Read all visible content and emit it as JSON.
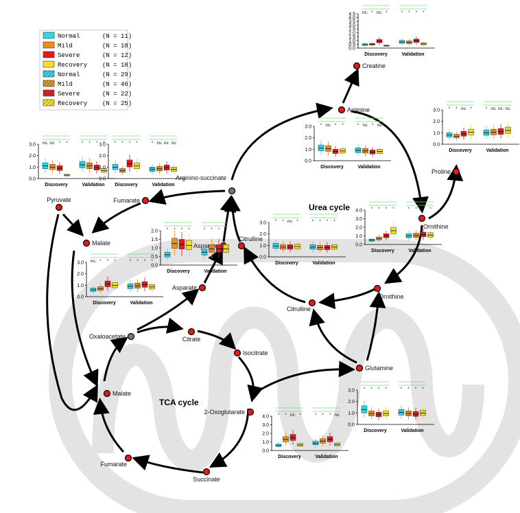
{
  "colors": {
    "normal": "#2fd8e6",
    "mild": "#e88f1c",
    "severe": "#dd1c1c",
    "recovery": "#f4e12a",
    "node": "#e01b1b",
    "node_gray": "#777777",
    "mito": "#e6e6e6"
  },
  "legend": [
    {
      "label": "Normal",
      "n": "(N = 11)",
      "key": "normal",
      "hatched": false
    },
    {
      "label": "Mild",
      "n": "(N = 18)",
      "key": "mild",
      "hatched": false
    },
    {
      "label": "Severe",
      "n": "(N = 12)",
      "key": "severe",
      "hatched": false
    },
    {
      "label": "Recovery",
      "n": "(N = 18)",
      "key": "recovery",
      "hatched": false
    },
    {
      "label": "Normal",
      "n": "(N = 29)",
      "key": "normal",
      "hatched": true
    },
    {
      "label": "Mild",
      "n": "(N = 46)",
      "key": "mild",
      "hatched": true
    },
    {
      "label": "Severe",
      "n": "(N = 22)",
      "key": "severe",
      "hatched": true
    },
    {
      "label": "Recovery",
      "n": "(N = 25)",
      "key": "recovery",
      "hatched": true
    }
  ],
  "cycle_titles": {
    "urea": "Urea cycle",
    "tca": "TCA cycle"
  },
  "nodes": [
    {
      "id": "arginine",
      "label": "Arginine",
      "gray": false
    },
    {
      "id": "creatine",
      "label": "Creatine",
      "gray": false
    },
    {
      "id": "proline",
      "label": "Proline",
      "gray": false
    },
    {
      "id": "ornithine_top",
      "label": "Ornithine",
      "gray": false
    },
    {
      "id": "arginino_succinate",
      "label": "Arginino-succinate",
      "gray": true
    },
    {
      "id": "fumarate_top",
      "label": "Fumarate",
      "gray": false
    },
    {
      "id": "pyruvate",
      "label": "Pyruvate",
      "gray": false
    },
    {
      "id": "malate_top",
      "label": "Malate",
      "gray": false
    },
    {
      "id": "asparate_top",
      "label": "Asparate",
      "gray": false
    },
    {
      "id": "citrulline_top",
      "label": "Citrulline",
      "gray": false
    },
    {
      "id": "asparate_mid",
      "label": "Asparate",
      "gray": false
    },
    {
      "id": "ornithine_mito",
      "label": "Ornithine",
      "gray": false
    },
    {
      "id": "citrulline_mito",
      "label": "Citrulline",
      "gray": false
    },
    {
      "id": "oxaloacetate",
      "label": "Oxaloacetate",
      "gray": true
    },
    {
      "id": "citrate",
      "label": "Citrate",
      "gray": false
    },
    {
      "id": "isocitrate",
      "label": "Isocitrate",
      "gray": false
    },
    {
      "id": "glutamine",
      "label": "Glutamine",
      "gray": false
    },
    {
      "id": "malate_tca",
      "label": "Malate",
      "gray": false
    },
    {
      "id": "oxoglutarate",
      "label": "2-Oxoglutarate",
      "gray": false
    },
    {
      "id": "fumarate_tca",
      "label": "Fumarate",
      "gray": false
    },
    {
      "id": "succinate",
      "label": "Succinate",
      "gray": false
    }
  ],
  "mini_plots": [
    {
      "id": "creatine",
      "ymax": 4.5,
      "yticks": [
        "0.0",
        "0.5",
        "1.0",
        "1.5",
        "2.0",
        "2.5",
        "3.0",
        "3.5",
        "4.0",
        "4.5"
      ],
      "groups": [
        "Discovery",
        "Validation"
      ],
      "sig": [
        [
          "ns:",
          "*",
          "ns:",
          "*"
        ],
        [
          "*",
          "*",
          "*",
          "*"
        ]
      ],
      "medians": [
        [
          0.45,
          0.5,
          0.9,
          0.3
        ],
        [
          0.8,
          0.75,
          0.95,
          0.55
        ]
      ]
    },
    {
      "id": "arginine",
      "ymax": 3.0,
      "yticks": [
        "0.0",
        "1.0",
        "2.0",
        "3.0"
      ],
      "groups": [
        "Discovery",
        "Validation"
      ],
      "sig": [
        [
          "*",
          "ns:",
          "*",
          "*"
        ],
        [
          "*",
          "ns:",
          "*",
          "ns:"
        ]
      ],
      "medians": [
        [
          1.1,
          1.05,
          0.8,
          0.85
        ],
        [
          0.9,
          0.85,
          0.75,
          0.8
        ]
      ]
    },
    {
      "id": "proline",
      "ymax": 3.0,
      "yticks": [
        "0.0",
        "1.0",
        "2.0",
        "3.0"
      ],
      "groups": [
        "Discovery",
        "Validation"
      ],
      "sig": [
        [
          "*",
          "*",
          "ns:",
          "*"
        ],
        [
          "*",
          "ns:",
          "ns:",
          "ns:"
        ]
      ],
      "medians": [
        [
          0.8,
          0.7,
          0.9,
          1.05
        ],
        [
          1.0,
          1.05,
          1.1,
          1.2
        ]
      ]
    },
    {
      "id": "ornithine",
      "ymax": 4.0,
      "yticks": [
        "0.0",
        "1.0",
        "2.0",
        "3.0",
        "4.0"
      ],
      "groups": [
        "Discovery",
        "Validation"
      ],
      "sig": [
        [
          "*",
          "*",
          "*",
          "*"
        ],
        [
          "*",
          "*",
          "*",
          "*"
        ]
      ],
      "medians": [
        [
          0.5,
          0.7,
          1.0,
          1.6
        ],
        [
          1.0,
          1.05,
          1.15,
          1.1
        ]
      ]
    },
    {
      "id": "pyruvate",
      "ymax": 3.0,
      "yticks": [
        "0.0",
        "1.0",
        "2.0",
        "3.0"
      ],
      "groups": [
        "Discovery",
        "Validation"
      ],
      "sig": [
        [
          "ns:",
          "ns:",
          "*",
          "*"
        ],
        [
          "*",
          "*",
          "*",
          "*"
        ]
      ],
      "medians": [
        [
          1.1,
          1.0,
          0.9,
          0.3
        ],
        [
          1.2,
          1.1,
          0.95,
          0.7
        ]
      ]
    },
    {
      "id": "fumarate",
      "ymax": 3.0,
      "yticks": [
        "0.0",
        "1.0",
        "2.0",
        "3.0"
      ],
      "groups": [
        "Discovery",
        "Validation"
      ],
      "sig": [
        [
          "*",
          "*",
          "*",
          "*"
        ],
        [
          "*",
          "ns:",
          "ns:",
          "ns:"
        ]
      ],
      "medians": [
        [
          1.0,
          0.7,
          1.3,
          1.1
        ],
        [
          0.8,
          0.85,
          0.95,
          0.8
        ]
      ]
    },
    {
      "id": "citrulline",
      "ymax": 3.0,
      "yticks": [
        "0.0",
        "1.0",
        "2.0",
        "3.0"
      ],
      "groups": [
        "Discovery",
        "Validation"
      ],
      "sig": [
        [
          "*",
          "*",
          "ns:",
          "*"
        ],
        [
          "*",
          "*",
          "*",
          "*"
        ]
      ],
      "medians": [
        [
          0.95,
          0.85,
          0.85,
          0.9
        ],
        [
          0.85,
          0.8,
          0.8,
          0.85
        ]
      ]
    },
    {
      "id": "asparate",
      "ymax": 2.0,
      "yticks": [
        "0.0",
        "0.5",
        "1.0",
        "1.5",
        "2.0"
      ],
      "groups": [
        "Discovery",
        "Validation"
      ],
      "sig": [
        [
          "*",
          "*",
          "*",
          "*"
        ],
        [
          "*",
          "*",
          "*",
          "*"
        ]
      ],
      "medians": [
        [
          0.6,
          1.25,
          1.2,
          1.15
        ],
        [
          0.75,
          0.95,
          0.95,
          0.95
        ]
      ]
    },
    {
      "id": "malate",
      "ymax": 3.0,
      "yticks": [
        "0.0",
        "1.0",
        "2.0",
        "3.0"
      ],
      "groups": [
        "Discovery",
        "Validation"
      ],
      "sig": [
        [
          "ns:",
          "*",
          "*",
          "*"
        ],
        [
          "*",
          "*",
          "*",
          "*"
        ]
      ],
      "medians": [
        [
          0.6,
          0.7,
          1.1,
          1.0
        ],
        [
          0.9,
          0.95,
          1.05,
          0.85
        ]
      ]
    },
    {
      "id": "glutamine",
      "ymax": 3.0,
      "yticks": [
        "0.0",
        "1.0",
        "2.0",
        "3.0"
      ],
      "groups": [
        "Discovery",
        "Validation"
      ],
      "sig": [
        [
          "*",
          "*",
          "*",
          "*"
        ],
        [
          "*",
          "*",
          "*",
          "*"
        ]
      ],
      "medians": [
        [
          1.3,
          0.95,
          0.85,
          0.95
        ],
        [
          1.05,
          0.95,
          0.9,
          1.0
        ]
      ]
    },
    {
      "id": "oxoglutarate",
      "ymax": 4.0,
      "yticks": [
        "0.0",
        "1.0",
        "2.0",
        "3.0",
        "4.0"
      ],
      "groups": [
        "Discovery",
        "Validation"
      ],
      "sig": [
        [
          "*",
          "*",
          "ns:",
          "*"
        ],
        [
          "*",
          "*",
          "*",
          "ns:"
        ]
      ],
      "medians": [
        [
          0.6,
          1.3,
          1.5,
          0.65
        ],
        [
          0.85,
          1.1,
          1.3,
          0.7
        ]
      ]
    }
  ]
}
